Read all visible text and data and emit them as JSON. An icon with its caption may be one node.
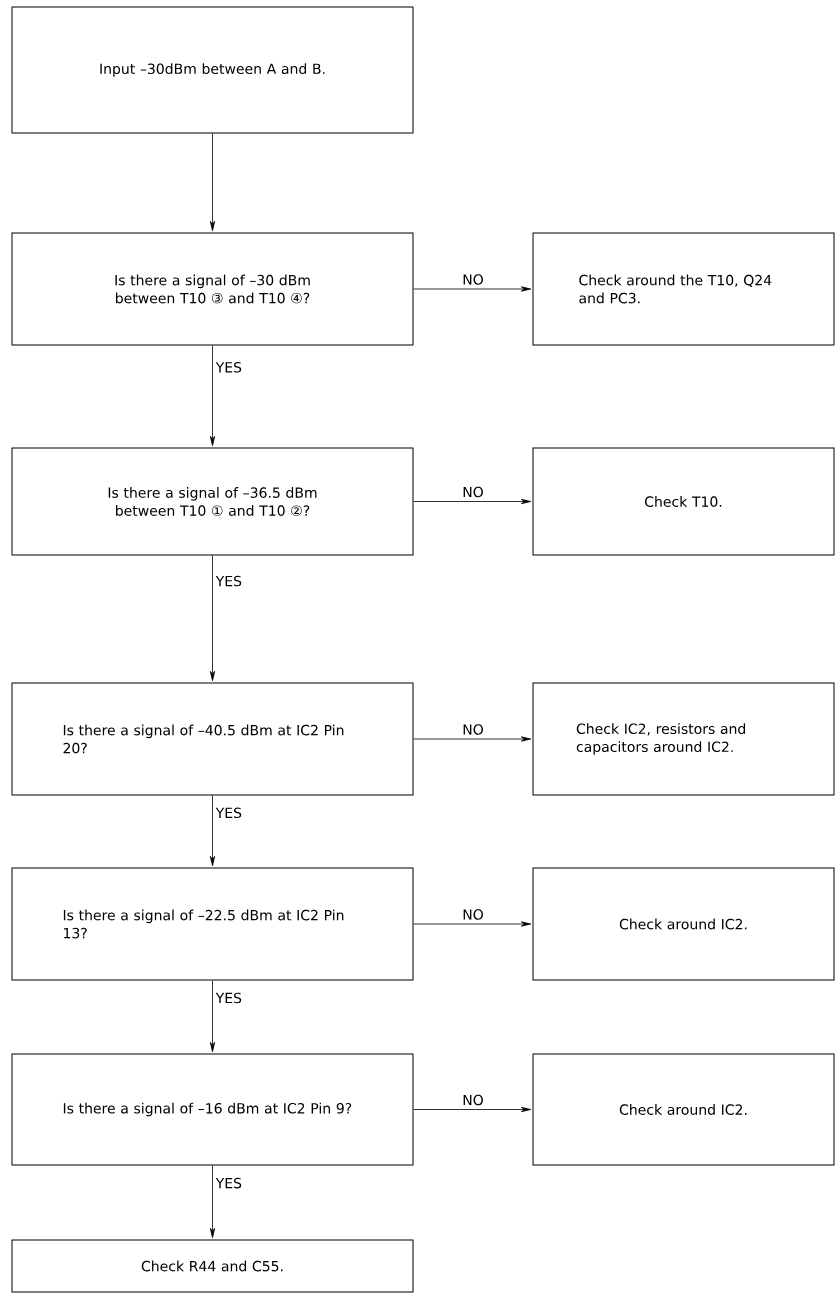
{
  "diagram": {
    "nodes": [
      {
        "text": [
          "Input –30dBm between A and B."
        ]
      },
      {
        "text": [
          "Is there a signal of –30 dBm between T10 ③ and T10 ④?"
        ]
      },
      {
        "text": [
          "Check around the T10, Q24 and PC3."
        ]
      },
      {
        "text": [
          "Is there a signal of –36.5 dBm between T10 ① and T10 ②?"
        ]
      },
      {
        "text": [
          "Check T10."
        ]
      },
      {
        "text": [
          "Is there a signal of –40.5 dBm at IC2 Pin 20?"
        ]
      },
      {
        "text": [
          "Check IC2, resistors and capacitors around IC2."
        ]
      },
      {
        "text": [
          "Is there a signal of –22.5 dBm at IC2 Pin 13?"
        ]
      },
      {
        "text": [
          "Check around IC2."
        ]
      },
      {
        "text": [
          "Is there a signal of –16 dBm at IC2 Pin 9?"
        ]
      },
      {
        "text": [
          "Check around IC2."
        ]
      },
      {
        "text": [
          "Check R44 and C55."
        ]
      }
    ],
    "edges": [
      {
        "from": 0,
        "to": 1,
        "arrow": "to"
      },
      {
        "from": 1,
        "to": 2,
        "arrow": "to",
        "label": "NO"
      },
      {
        "from": 1,
        "to": 3,
        "arrow": "to",
        "label": "YES"
      },
      {
        "from": 3,
        "to": 4,
        "arrow": "to",
        "label": "NO"
      },
      {
        "from": 3,
        "to": 5,
        "arrow": "to",
        "label": "YES"
      },
      {
        "from": 5,
        "to": 6,
        "arrow": "to",
        "label": "NO"
      },
      {
        "from": 5,
        "to": 7,
        "arrow": "to",
        "label": "YES"
      },
      {
        "from": 7,
        "to": 8,
        "arrow": "to",
        "label": "NO"
      },
      {
        "from": 7,
        "to": 9,
        "arrow": "to",
        "label": "YES"
      },
      {
        "from": 9,
        "to": 10,
        "arrow": "to",
        "label": "NO"
      },
      {
        "from": 9,
        "to": 11,
        "arrow": "to",
        "label": "YES"
      }
    ]
  }
}
